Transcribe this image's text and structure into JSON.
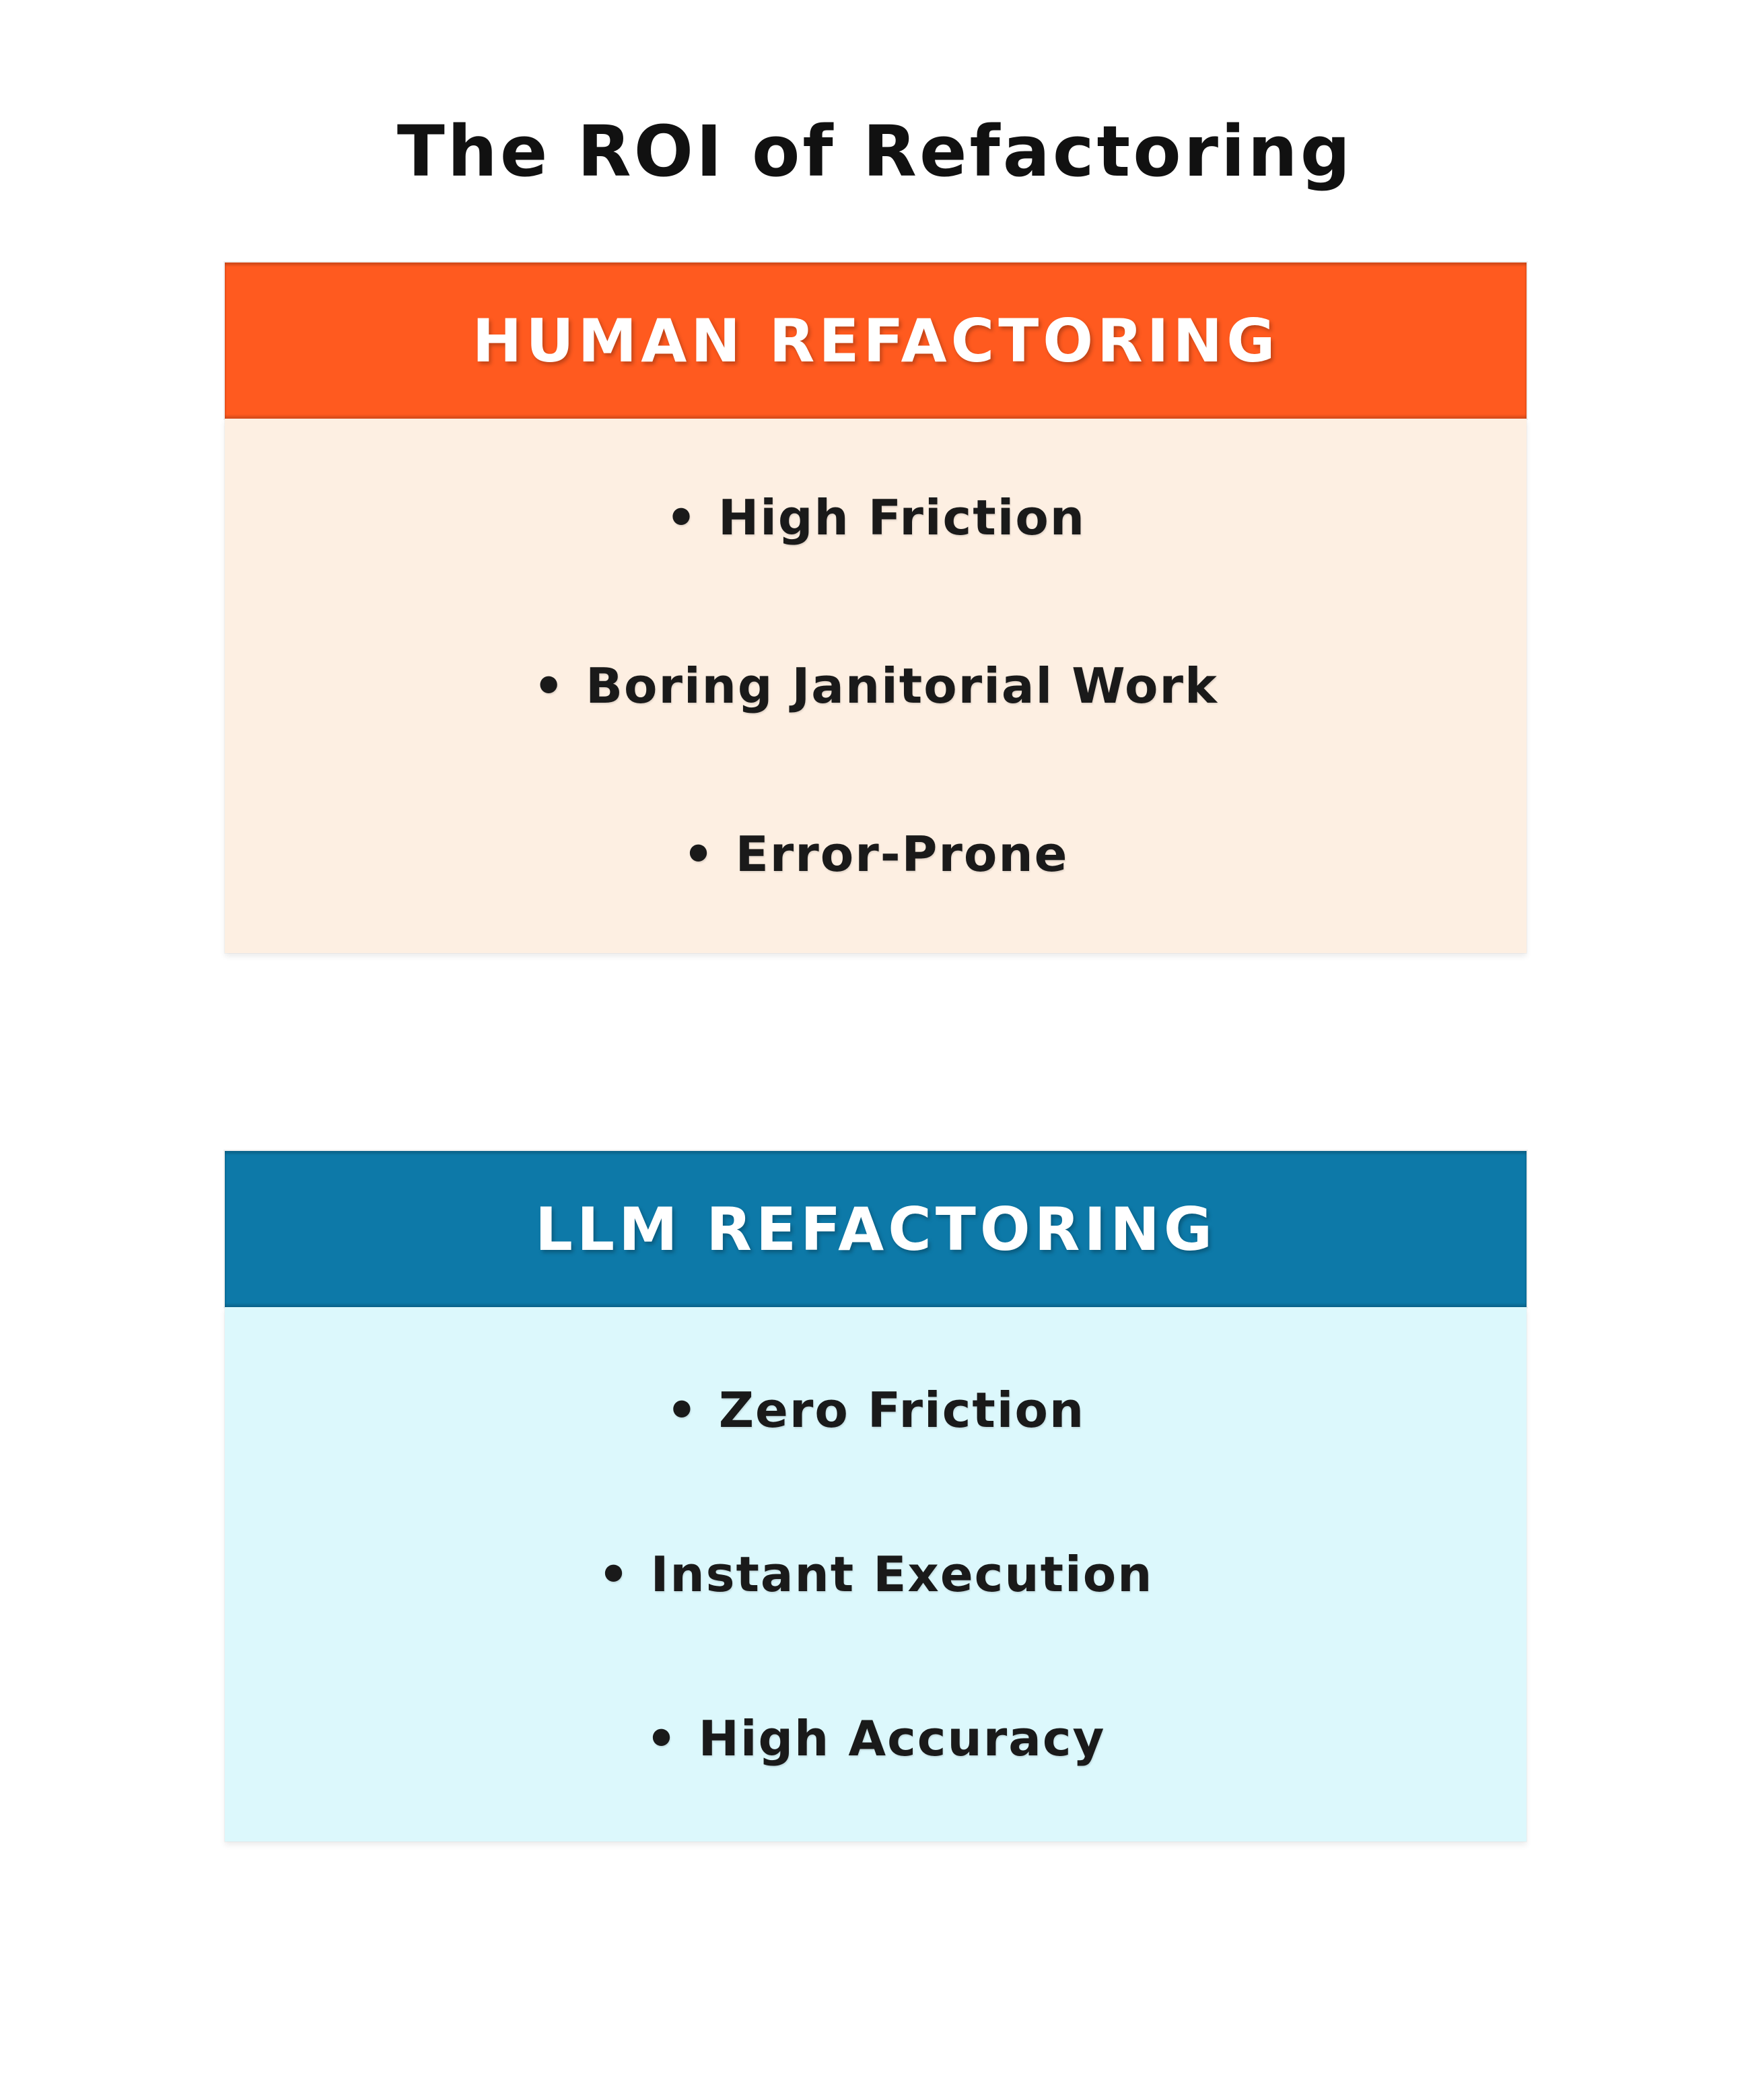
{
  "page": {
    "title": "The ROI of Refactoring",
    "background_color": "#FFFFFF",
    "text_color": "#1A1A1A",
    "title_color": "#111111"
  },
  "sections": [
    {
      "id": "human-refactoring",
      "header": "HUMAN REFACTORING",
      "header_bg": "#FF5A1F",
      "header_text_color": "#FFFFFF",
      "body_bg": "#FDEFE2",
      "bullet_char": "•",
      "items": [
        "High Friction",
        "Boring Janitorial Work",
        "Error-Prone"
      ]
    },
    {
      "id": "llm-refactoring",
      "header": "LLM REFACTORING",
      "header_bg": "#0D79A8",
      "header_text_color": "#FFFFFF",
      "body_bg": "#DCF8FC",
      "bullet_char": "•",
      "items": [
        "Zero Friction",
        "Instant Execution",
        "High Accuracy"
      ]
    }
  ]
}
